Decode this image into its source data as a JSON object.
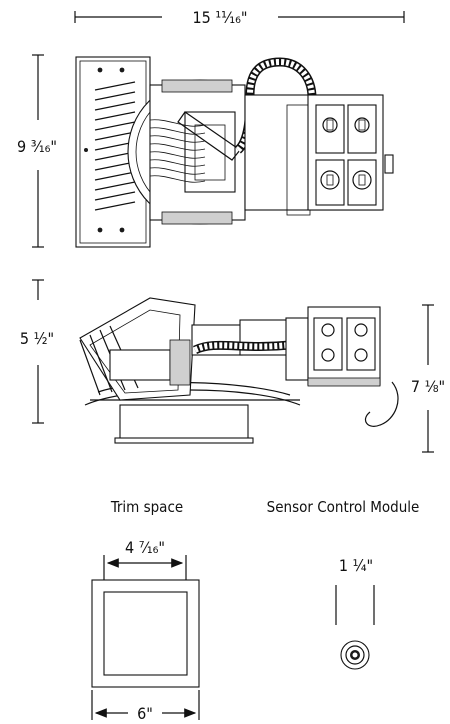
{
  "dimensions": {
    "plan_width": "15 ¹¹⁄₁₆\"",
    "plan_depth": "9 ³⁄₁₆\"",
    "side_height": "5 ½\"",
    "side_overall_height": "7 ⅛\"",
    "trim_inner_width": "4 ⁷⁄₁₆\"",
    "trim_outer_width": "6\"",
    "sensor_width": "1 ¼\""
  },
  "labels": {
    "trim_space": "Trim space",
    "sensor_module": "Sensor Control Module"
  }
}
